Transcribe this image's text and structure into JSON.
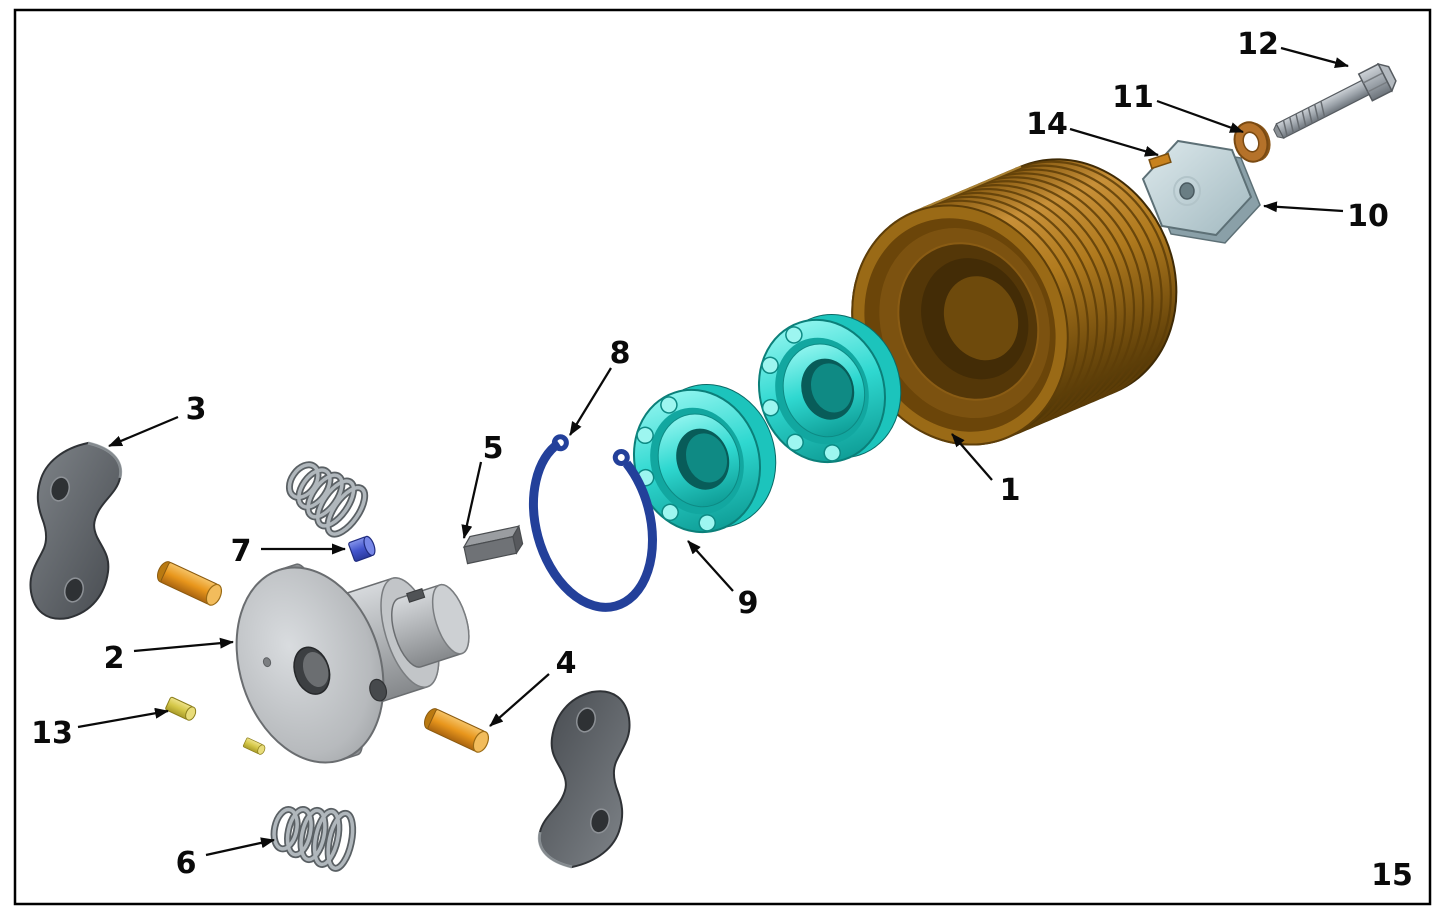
{
  "figure": {
    "type": "exploded-parts-diagram",
    "page_number": "15",
    "callouts": [
      {
        "label": "1"
      },
      {
        "label": "2"
      },
      {
        "label": "3"
      },
      {
        "label": "4"
      },
      {
        "label": "5"
      },
      {
        "label": "6"
      },
      {
        "label": "7"
      },
      {
        "label": "8"
      },
      {
        "label": "9"
      },
      {
        "label": "10"
      },
      {
        "label": "11"
      },
      {
        "label": "12"
      },
      {
        "label": "13"
      },
      {
        "label": "14"
      }
    ]
  },
  "colors": {
    "background": "#ffffff",
    "border": "#000000",
    "label_text": "#0a0a0a",
    "leader_line": "#0a0a0a",
    "drum_bronze": "#b07a1e",
    "bearing_teal": "#2fd8d0",
    "snap_ring_blue": "#23409a",
    "bushing_blue": "#4355cd",
    "pin_orange": "#e8961c",
    "dowel_yellow": "#d4c748",
    "hub_gray": "#aeb1b4",
    "shoe_gray": "#565b60",
    "cap_gray_blue": "#c3d5da",
    "washer_copper": "#b5722a",
    "bolt_steel": "#9aa1a8",
    "spring_gray": "#8f969a",
    "key_gray": "#6f7276"
  }
}
